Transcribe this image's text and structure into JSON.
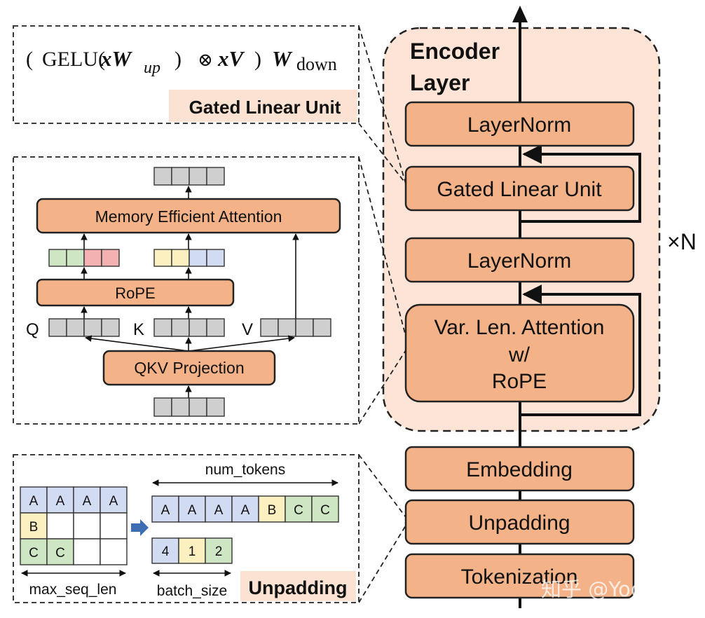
{
  "formula": {
    "lparen": "(",
    "gelu": "GELU(",
    "xw": "xW",
    "up_sub": "up",
    "close": ")",
    "otimes": "⊗",
    "xv": "xV",
    "close2": ")",
    "wdown": "W",
    "down_sub": "down"
  },
  "glu_tag": "Gated Linear Unit",
  "attention_detail": {
    "mea_label": "Memory Efficient Attention",
    "rope_label": "RoPE",
    "q": "Q",
    "k": "K",
    "v": "V",
    "qkv_label": "QKV Projection"
  },
  "unpadding_detail": {
    "grid": [
      [
        "A",
        "A",
        "A",
        "A"
      ],
      [
        "B",
        "",
        "",
        ""
      ],
      [
        "C",
        "C",
        "",
        ""
      ]
    ],
    "tokens": [
      "A",
      "A",
      "A",
      "A",
      "B",
      "C",
      "C"
    ],
    "batch": [
      "4",
      "1",
      "2"
    ],
    "num_tokens_label": "num_tokens",
    "max_seq_len_label": "max_seq_len",
    "batch_size_label": "batch_size",
    "tag": "Unpadding"
  },
  "encoder": {
    "title_line1": "Encoder",
    "title_line2": "Layer",
    "layernorm_top": "LayerNorm",
    "glu": "Gated Linear Unit",
    "layernorm_mid": "LayerNorm",
    "attn_line1": "Var. Len. Attention",
    "attn_line2": "w/",
    "attn_line3": "RoPE",
    "repeat": "×N"
  },
  "pipeline": {
    "embedding": "Embedding",
    "unpadding": "Unpadding",
    "tokenization": "Tokenization"
  },
  "watermark": "知乎 @YooHoo",
  "colors": {
    "box_fill": "#f3b288",
    "encoder_bg": "#fde4d6",
    "tag_bg": "#fbe2d2",
    "green": "#cfe6c4",
    "red": "#f4b1b1",
    "yellow": "#fdf0c0",
    "blue": "#d1dcf2",
    "gray": "#cfcfcf"
  },
  "icons": [
    "arrow-up-icon",
    "arrow-right-icon"
  ]
}
